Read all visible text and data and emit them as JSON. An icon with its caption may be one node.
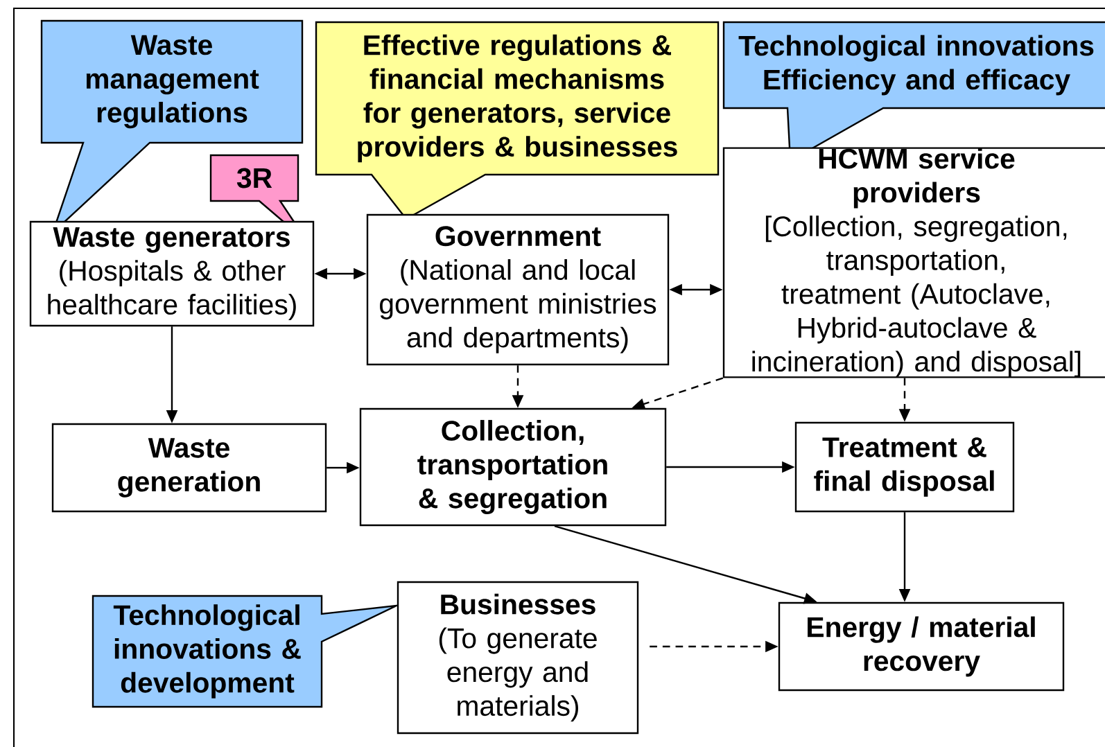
{
  "diagram": {
    "nodes": [
      {
        "text": [
          "Waste management regulations"
        ]
      },
      {
        "text": [
          "3R"
        ]
      },
      {
        "text": [
          "Effective regulations & financial mechanisms for generators, service providers & businesses"
        ]
      },
      {
        "text": [
          "Technological innovations Efficiency and efficacy"
        ]
      },
      {
        "text": [
          "Waste generators",
          "(Hospitals & other healthcare facilities)"
        ]
      },
      {
        "text": [
          "Government",
          "(National and local government ministries and departments)"
        ]
      },
      {
        "text": [
          "HCWM service providers",
          "[Collection, segregation, transportation, treatment (Autoclave, Hybrid-autoclave & incineration) and disposal]"
        ]
      },
      {
        "text": [
          "Waste generation"
        ]
      },
      {
        "text": [
          "Collection, transportation & segregation"
        ]
      },
      {
        "text": [
          "Treatment & final disposal"
        ]
      },
      {
        "text": [
          "Technological innovations & development"
        ]
      },
      {
        "text": [
          "Businesses",
          "(To generate energy and materials)"
        ]
      },
      {
        "text": [
          "Energy / material recovery"
        ]
      }
    ],
    "edges": [
      {
        "from": 4,
        "to": 5,
        "arrow": "both"
      },
      {
        "from": 5,
        "to": 6,
        "arrow": "both"
      },
      {
        "from": 4,
        "to": 7,
        "arrow": "to"
      },
      {
        "from": 5,
        "to": 8,
        "arrow": "to",
        "style": "dashed"
      },
      {
        "from": 6,
        "to": 8,
        "arrow": "to",
        "style": "dashed"
      },
      {
        "from": 6,
        "to": 9,
        "arrow": "to",
        "style": "dashed"
      },
      {
        "from": 7,
        "to": 8,
        "arrow": "to"
      },
      {
        "from": 8,
        "to": 9,
        "arrow": "to"
      },
      {
        "from": 8,
        "to": 12,
        "arrow": "to"
      },
      {
        "from": 9,
        "to": 12,
        "arrow": "to"
      },
      {
        "from": 11,
        "to": 12,
        "arrow": "to",
        "style": "dashed"
      }
    ]
  }
}
